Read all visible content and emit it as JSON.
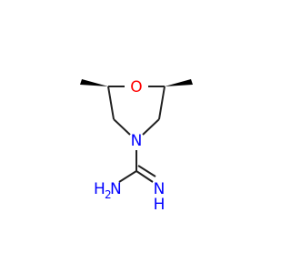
{
  "molecule": {
    "atoms": [
      {
        "id": "O1",
        "element": "O",
        "label": "O",
        "color": "#ff0000"
      },
      {
        "id": "N4",
        "element": "N",
        "label": "N",
        "color": "#0000ff"
      },
      {
        "id": "N_amine",
        "element": "N",
        "label": "H₂N",
        "label_main": "H",
        "label_sub": "2",
        "label_tail": "N",
        "color": "#0000ff"
      },
      {
        "id": "N_imine",
        "element": "N",
        "label": "NH",
        "label_main": "N",
        "label_sub": "H",
        "color": "#0000ff"
      }
    ],
    "bond_color": "#222222",
    "stereo": "wedge"
  }
}
